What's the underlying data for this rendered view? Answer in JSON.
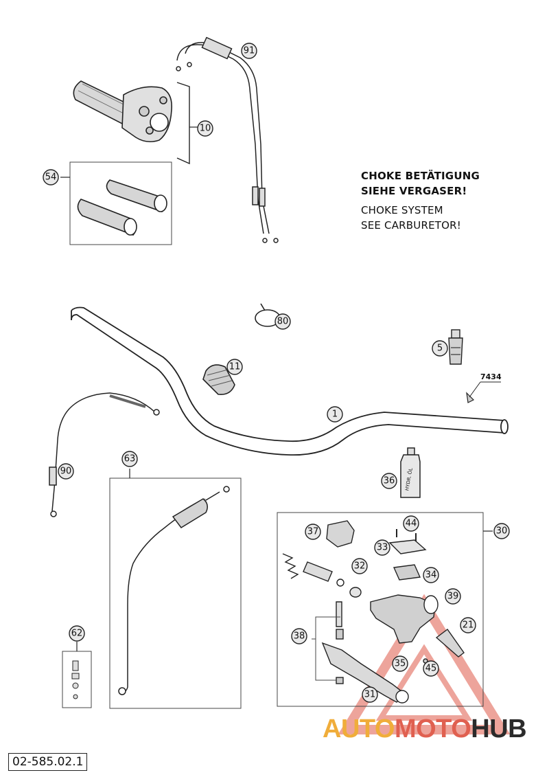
{
  "notes": {
    "de_line1": "CHOKE BETÄTIGUNG",
    "de_line2": "SIEHE VERGASER!",
    "en_line1": "CHOKE SYSTEM",
    "en_line2": "SEE CARBURETOR!"
  },
  "part_7434_label": "7434",
  "callouts": {
    "c1": "1",
    "c5": "5",
    "c10": "10",
    "c11": "11",
    "c21": "21",
    "c30": "30",
    "c31": "31",
    "c32": "32",
    "c33": "33",
    "c34": "34",
    "c35": "35",
    "c36": "36",
    "c37": "37",
    "c38": "38",
    "c39": "39",
    "c44": "44",
    "c45": "45",
    "c54": "54",
    "c62": "62",
    "c63": "63",
    "c80": "80",
    "c90": "90",
    "c91": "91"
  },
  "bottle_label": "HYDR. ÖL",
  "document_code": "02-585.02.1",
  "watermark": {
    "part1": "AUTO",
    "part2": "MOTO",
    "part3": "HUB"
  },
  "colors": {
    "line": "#222222",
    "callout_fill": "#e9e9e9",
    "watermark_orange": "#f0ad3a",
    "watermark_red": "#e06050",
    "watermark_dark": "#2b2b2b"
  }
}
